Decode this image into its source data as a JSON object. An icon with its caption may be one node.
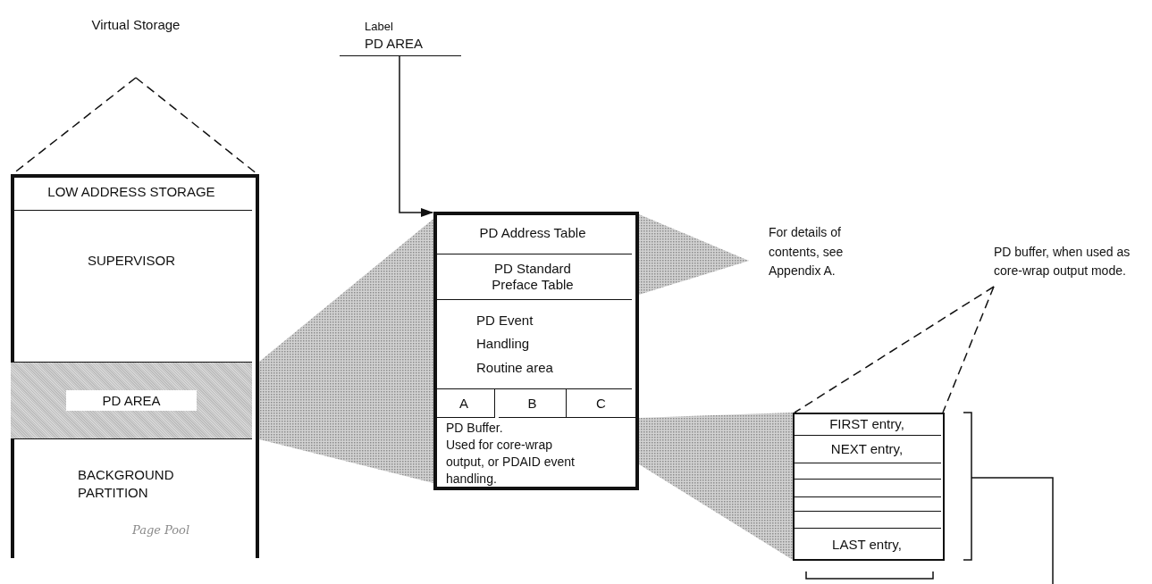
{
  "diagram": {
    "nodes": [
      {
        "text": [],
        "shape": "box"
      },
      {
        "text": [
          "LOW ADDRESS STORAGE"
        ],
        "in": 0
      },
      {
        "text": [
          "SUPERVISOR"
        ],
        "in": 0
      },
      {
        "text": [
          "PD AREA"
        ],
        "in": 0
      },
      {
        "text": [
          "BACKGROUND PARTITION"
        ],
        "in": 0
      },
      {
        "text": [
          "Label",
          "PD AREA"
        ]
      },
      {
        "text": [],
        "shape": "box"
      },
      {
        "text": [
          "PD Address Table"
        ],
        "in": 6
      },
      {
        "text": [
          "PD Standard Preface Table"
        ],
        "in": 6
      },
      {
        "text": [
          "PD Event Handling Routine area"
        ],
        "in": 6
      },
      {
        "text": [
          "A"
        ],
        "in": 6
      },
      {
        "text": [
          "B"
        ],
        "in": 6
      },
      {
        "text": [
          "C"
        ],
        "in": 6
      },
      {
        "text": [
          "PD Buffer.",
          "Used for core-wrap output, or PDAID event handling."
        ],
        "in": 6
      },
      {
        "text": [],
        "shape": "box"
      },
      {
        "text": [
          "FIRST entry,"
        ],
        "in": 14
      },
      {
        "text": [
          "NEXT entry,"
        ],
        "in": 14
      },
      {
        "text": [],
        "shape": "box",
        "in": 14
      },
      {
        "text": [],
        "shape": "box",
        "in": 14
      },
      {
        "text": [],
        "shape": "box",
        "in": 14
      },
      {
        "text": [],
        "shape": "box",
        "in": 14
      },
      {
        "text": [
          "LAST entry,"
        ],
        "in": 14
      },
      {
        "text": [
          "Virtual Storage"
        ]
      },
      {
        "text": [
          "PD buffer, when used as core-wrap output mode."
        ]
      }
    ],
    "edges": [
      {
        "from": 5,
        "to": 6,
        "arrow": "to"
      },
      {
        "from": 22,
        "to": 0,
        "arrow": "none",
        "style": "dashed"
      },
      {
        "from": 22,
        "to": 0,
        "arrow": "none",
        "style": "dashed"
      },
      {
        "from": 23,
        "to": 14,
        "arrow": "none",
        "style": "dashed"
      },
      {
        "from": 23,
        "to": 14,
        "arrow": "none",
        "style": "dashed"
      }
    ],
    "labels": [
      "Page Pool",
      "For details of contents, see Appendix A."
    ]
  }
}
